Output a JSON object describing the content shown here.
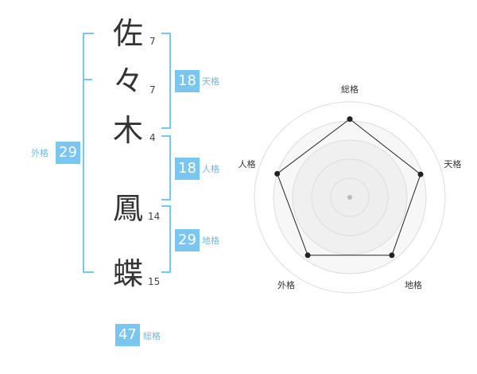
{
  "name": {
    "chars": [
      {
        "char": "佐",
        "strokes": "7"
      },
      {
        "char": "々",
        "strokes": "7"
      },
      {
        "char": "木",
        "strokes": "4"
      },
      {
        "char": "鳳",
        "strokes": "14"
      },
      {
        "char": "蝶",
        "strokes": "15"
      }
    ]
  },
  "fortune": {
    "tenkaku": {
      "value": "18",
      "label": "天格"
    },
    "jinkaku": {
      "value": "18",
      "label": "人格"
    },
    "chikaku": {
      "value": "29",
      "label": "地格"
    },
    "gaikaku": {
      "value": "29",
      "label": "外格"
    },
    "soukaku": {
      "value": "47",
      "label": "総格"
    }
  },
  "colors": {
    "accent": "#7ac6f0",
    "text": "#333333",
    "label": "#6cbbe6"
  },
  "radar": {
    "axes": [
      "総格",
      "天格",
      "地格",
      "外格",
      "人格"
    ],
    "values": [
      0.82,
      0.78,
      0.75,
      0.75,
      0.8
    ]
  }
}
